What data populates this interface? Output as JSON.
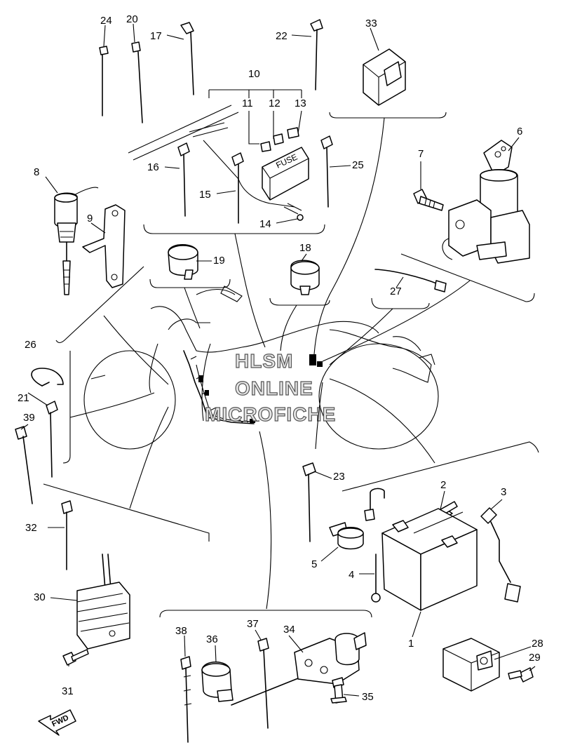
{
  "watermark": {
    "line1": "HLSM",
    "line2": "ONLINE",
    "line3": "MICROFICHE"
  },
  "labels": {
    "fuse": "FUSE",
    "fwd": "FWD"
  },
  "callouts": {
    "n1": "1",
    "n2": "2",
    "n3": "3",
    "n4": "4",
    "n5": "5",
    "n6": "6",
    "n7": "7",
    "n8": "8",
    "n9": "9",
    "n10": "10",
    "n11": "11",
    "n12": "12",
    "n13": "13",
    "n14": "14",
    "n15": "15",
    "n16": "16",
    "n17": "17",
    "n18": "18",
    "n19": "19",
    "n20": "20",
    "n21": "21",
    "n22": "22",
    "n23": "23",
    "n24": "24",
    "n25": "25",
    "n26": "26",
    "n27": "27",
    "n28": "28",
    "n29": "29",
    "n30": "30",
    "n31": "31",
    "n32": "32",
    "n33": "33",
    "n34": "34",
    "n35": "35",
    "n36": "36",
    "n37": "37",
    "n38": "38",
    "n39": "39"
  }
}
